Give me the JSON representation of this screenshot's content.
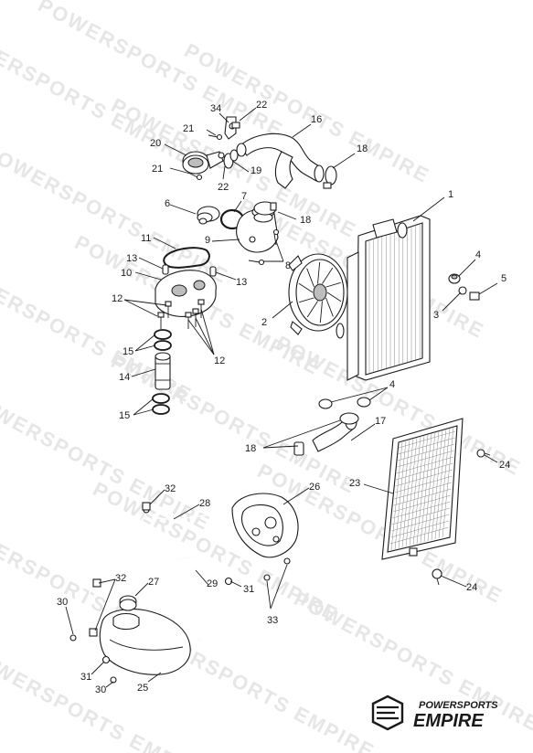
{
  "watermark": {
    "text": "POWERSPORTS EMPIRE"
  },
  "logo": {
    "top": "POWERSPORTS",
    "main": "EMPIRE",
    "color": "#1a1a1a"
  },
  "callouts": {
    "c1": "1",
    "c2": "2",
    "c3": "3",
    "c4a": "4",
    "c4b": "4",
    "c5": "5",
    "c6": "6",
    "c7": "7",
    "c8": "8",
    "c9": "9",
    "c10": "10",
    "c11": "11",
    "c12a": "12",
    "c12b": "12",
    "c13a": "13",
    "c13b": "13",
    "c14": "14",
    "c15a": "15",
    "c15b": "15",
    "c16": "16",
    "c17": "17",
    "c18a": "18",
    "c18b": "18",
    "c18c": "18",
    "c19": "19",
    "c20": "20",
    "c21a": "21",
    "c21b": "21",
    "c22a": "22",
    "c22b": "22",
    "c23": "23",
    "c24a": "24",
    "c24b": "24",
    "c25": "25",
    "c26": "26",
    "c27": "27",
    "c28": "28",
    "c29": "29",
    "c30a": "30",
    "c30b": "30",
    "c31a": "31",
    "c31b": "31",
    "c32a": "32",
    "c32b": "32",
    "c33": "33",
    "c34": "34"
  }
}
